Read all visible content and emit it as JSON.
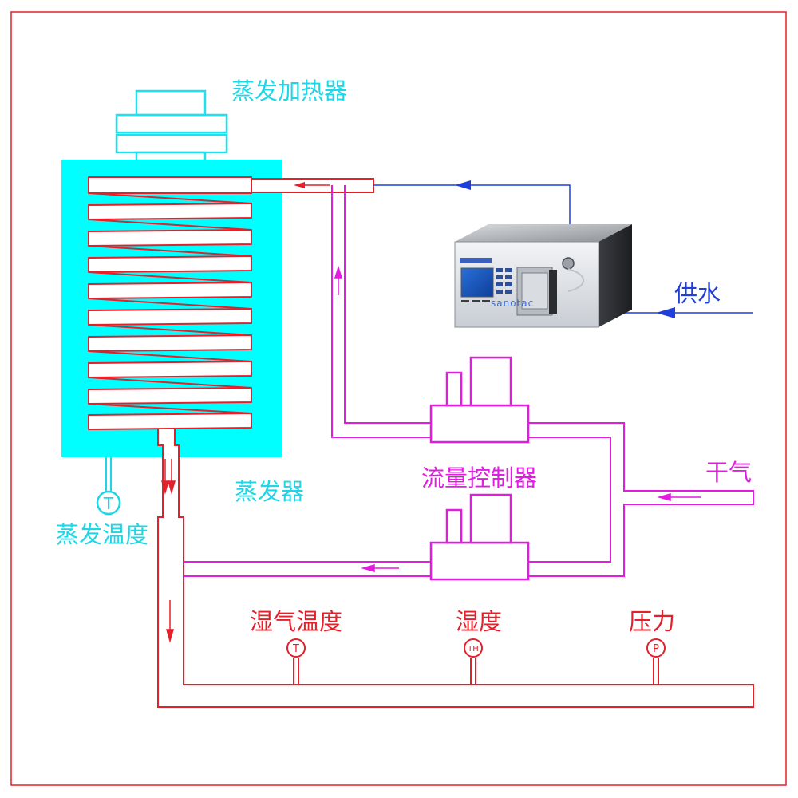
{
  "labels": {
    "heater": "蒸发加热器",
    "evaporator": "蒸发器",
    "evap_temp": "蒸发温度",
    "flow_controller": "流量控制器",
    "water_supply": "供水",
    "dry_gas": "干气",
    "wet_gas_temp": "湿气温度",
    "humidity": "湿度",
    "pressure": "压力"
  },
  "sensors": {
    "evap_temp_symbol": "T",
    "wet_gas_temp_symbol": "T",
    "humidity_symbol": "TH",
    "pressure_symbol": "P"
  },
  "pump": {
    "brand": "sanotac"
  },
  "colors": {
    "frame": "#e4202a",
    "evaporator_fill": "#00ffff",
    "heater_outline": "#1fe0f0",
    "steam_pipe": "#e4202a",
    "gas_pipe": "#e21ce0",
    "water_line": "#1f3fd8"
  },
  "icons": {
    "sensor": "circle-gauge-icon",
    "flow_arrow": "arrow-icon"
  }
}
